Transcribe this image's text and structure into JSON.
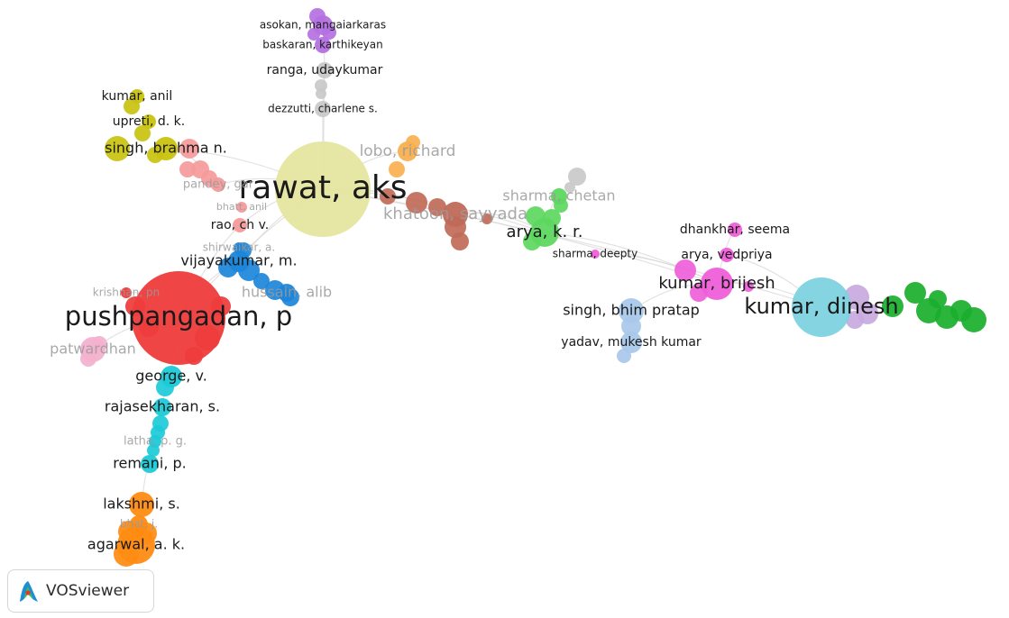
{
  "app": {
    "name": "VOSviewer"
  },
  "network": {
    "clusters": {
      "red": "#ee3b3b",
      "salmon": "#f59a9a",
      "yellowgreen": "#c9c20e",
      "khaki": "#e6e6a0",
      "brown": "#c06a58",
      "orange_light": "#f9b04f",
      "purple": "#b470e0",
      "grey": "#c9c9c9",
      "green_light": "#5ed760",
      "pink": "#ef5fd9",
      "lightblue": "#a9c8ea",
      "skyblue": "#7ed2e0",
      "lavender": "#c8a9de",
      "green": "#1aaf2c",
      "cyan": "#1ccad8",
      "orange": "#ff8b12",
      "blue": "#1c86d9",
      "softpink": "#f3b1cf"
    },
    "nodes": [
      {
        "label": "rawat, aks",
        "cluster": "khaki",
        "weight": 100
      },
      {
        "label": "pushpangadan, p",
        "cluster": "red",
        "weight": 90
      },
      {
        "label": "kumar, dinesh",
        "cluster": "skyblue",
        "weight": 45
      },
      {
        "label": "kumar, brijesh",
        "cluster": "pink",
        "weight": 25
      },
      {
        "label": "arya, k. r.",
        "cluster": "green_light",
        "weight": 22
      },
      {
        "label": "lobo, richard",
        "cluster": "orange_light",
        "weight": 12
      },
      {
        "label": "singh, brahma n.",
        "cluster": "yellowgreen",
        "weight": 12
      },
      {
        "label": "kumar, anil",
        "cluster": "yellowgreen",
        "weight": 8
      },
      {
        "label": "upreti, d. k.",
        "cluster": "yellowgreen",
        "weight": 8
      },
      {
        "label": "asokan, mangaiarkaras",
        "cluster": "purple",
        "weight": 8
      },
      {
        "label": "baskaran, karthikeyan",
        "cluster": "purple",
        "weight": 7
      },
      {
        "label": "ranga, udaykumar",
        "cluster": "grey",
        "weight": 8
      },
      {
        "label": "dezzutti, charlene s.",
        "cluster": "grey",
        "weight": 7
      },
      {
        "label": "pandey, gar",
        "cluster": "salmon",
        "weight": 6
      },
      {
        "label": "bhatt, anil",
        "cluster": "salmon",
        "weight": 5
      },
      {
        "label": "rao, ch v.",
        "cluster": "salmon",
        "weight": 8
      },
      {
        "label": "shirwaikar, a.",
        "cluster": "blue",
        "weight": 5
      },
      {
        "label": "vijayakumar, m.",
        "cluster": "blue",
        "weight": 12
      },
      {
        "label": "hussain, alib",
        "cluster": "blue",
        "weight": 8
      },
      {
        "label": "krishnan, pn",
        "cluster": "red",
        "weight": 6
      },
      {
        "label": "patwardhan",
        "cluster": "softpink",
        "weight": 6
      },
      {
        "label": "khatoon, sayyada",
        "cluster": "brown",
        "weight": 10
      },
      {
        "label": "sharma, chetan",
        "cluster": "green_light",
        "weight": 8
      },
      {
        "label": "sharma, deepty",
        "cluster": "pink",
        "weight": 6
      },
      {
        "label": "dhankhar, seema",
        "cluster": "pink",
        "weight": 6
      },
      {
        "label": "arya, vedpriya",
        "cluster": "pink",
        "weight": 6
      },
      {
        "label": "singh, bhim pratap",
        "cluster": "lightblue",
        "weight": 10
      },
      {
        "label": "yadav, mukesh kumar",
        "cluster": "lightblue",
        "weight": 8
      },
      {
        "label": "george, v.",
        "cluster": "cyan",
        "weight": 10
      },
      {
        "label": "rajasekharan, s.",
        "cluster": "cyan",
        "weight": 10
      },
      {
        "label": "latha, p. g.",
        "cluster": "cyan",
        "weight": 6
      },
      {
        "label": "remani, p.",
        "cluster": "cyan",
        "weight": 10
      },
      {
        "label": "lakshmi, s.",
        "cluster": "orange",
        "weight": 10
      },
      {
        "label": "bhat, j.",
        "cluster": "orange",
        "weight": 5
      },
      {
        "label": "agarwal, a. k.",
        "cluster": "orange",
        "weight": 10
      }
    ]
  }
}
